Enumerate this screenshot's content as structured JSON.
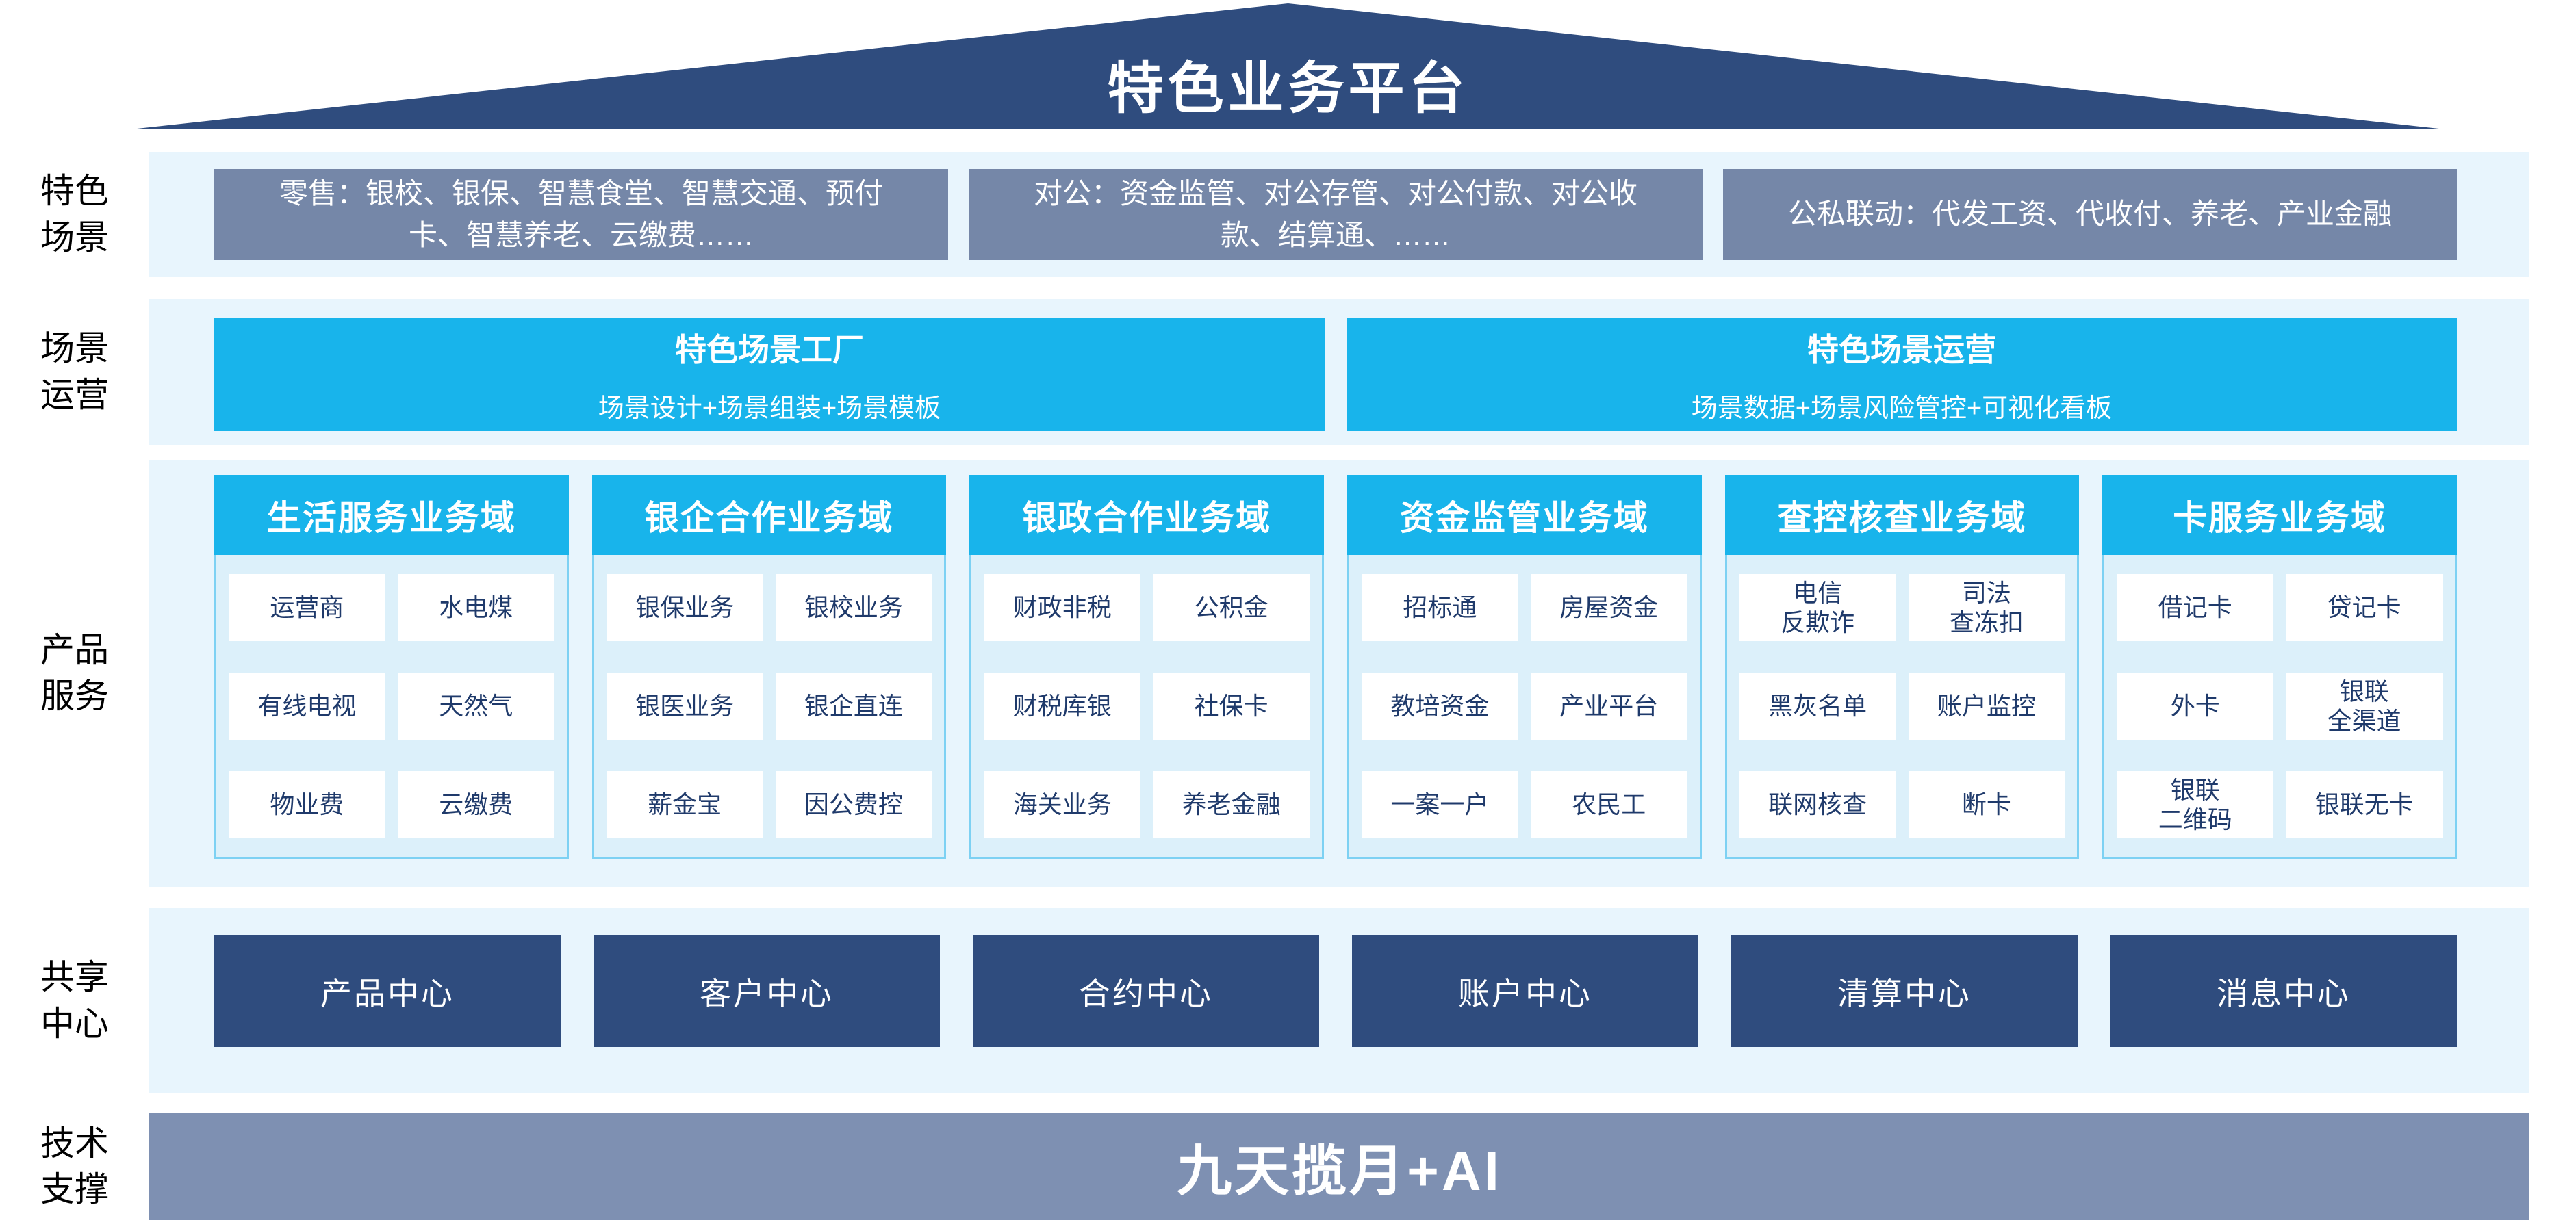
{
  "colors": {
    "navy": "#2F4C7E",
    "cyan": "#18B4EB",
    "slate_blue": "#7587A8",
    "foundation_gray": "#7E90B2",
    "band_light_blue": "#E8F5FD",
    "cell_text_navy": "#1F3A6B"
  },
  "roof": {
    "title": "特色业务平台"
  },
  "side_labels": [
    "特色\n场景",
    "场景\n运营",
    "产品\n服务",
    "共享\n中心",
    "技术\n支撑"
  ],
  "scenarios": {
    "boxes": [
      "零售：银校、银保、智慧食堂、智慧交通、预付卡、智慧养老、云缴费……",
      "对公：资金监管、对公存管、对公付款、对公收款、结算通、……",
      "公私联动：代发工资、代收付、养老、产业金融"
    ]
  },
  "operations": {
    "boxes": [
      {
        "title": "特色场景工厂",
        "subtitle": "场景设计+场景组装+场景模板"
      },
      {
        "title": "特色场景运营",
        "subtitle": "场景数据+场景风险管控+可视化看板"
      }
    ]
  },
  "products": {
    "columns": [
      {
        "header": "生活服务业务域",
        "cells": [
          "运营商",
          "水电煤",
          "有线电视",
          "天然气",
          "物业费",
          "云缴费"
        ]
      },
      {
        "header": "银企合作业务域",
        "cells": [
          "银保业务",
          "银校业务",
          "银医业务",
          "银企直连",
          "薪金宝",
          "因公费控"
        ]
      },
      {
        "header": "银政合作业务域",
        "cells": [
          "财政非税",
          "公积金",
          "财税库银",
          "社保卡",
          "海关业务",
          "养老金融"
        ]
      },
      {
        "header": "资金监管业务域",
        "cells": [
          "招标通",
          "房屋资金",
          "教培资金",
          "产业平台",
          "一案一户",
          "农民工"
        ]
      },
      {
        "header": "查控核查业务域",
        "cells": [
          "电信\n反欺诈",
          "司法\n查冻扣",
          "黑灰名单",
          "账户监控",
          "联网核查",
          "断卡"
        ]
      },
      {
        "header": "卡服务业务域",
        "cells": [
          "借记卡",
          "贷记卡",
          "外卡",
          "银联\n全渠道",
          "银联\n二维码",
          "银联无卡"
        ]
      }
    ]
  },
  "centers": {
    "boxes": [
      "产品中心",
      "客户中心",
      "合约中心",
      "账户中心",
      "清算中心",
      "消息中心"
    ]
  },
  "foundation": {
    "title": "九天揽月+AI"
  }
}
